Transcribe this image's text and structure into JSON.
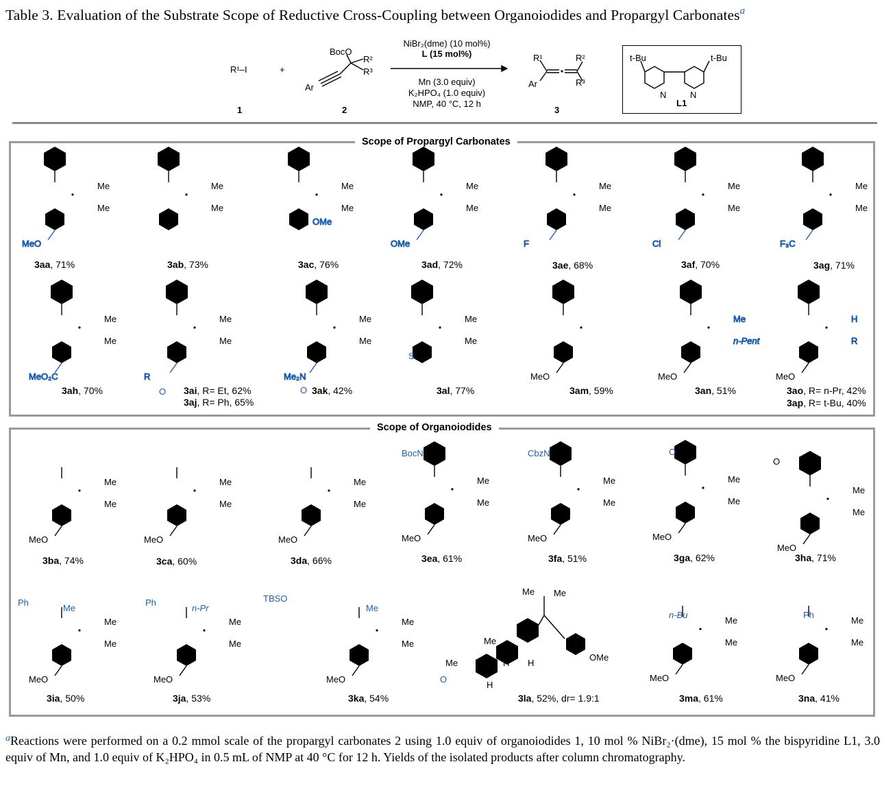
{
  "title": {
    "text": "Table 3. Evaluation of the Substrate Scope of Reductive Cross-Coupling between Organoiodides and Propargyl Carbonates",
    "footnote_mark": "a"
  },
  "scheme": {
    "reagent_1": "R¹–I",
    "plus": "+",
    "carbonate_boco": "BocO",
    "carbonate_r2": "R²",
    "carbonate_r3": "R³",
    "carbonate_ar": "Ar",
    "conditions_above": [
      "NiBr₂(dme) (10 mol%)",
      "L (15 mol%)"
    ],
    "conditions_below": [
      "Mn (3.0 equiv)",
      "K₂HPO₄ (1.0 equiv)",
      "NMP, 40 °C, 12 h"
    ],
    "product_r1": "R¹",
    "product_r2": "R²",
    "product_r3": "R³",
    "product_ar": "Ar",
    "labels": [
      "1",
      "2",
      "3"
    ],
    "ligand": {
      "left_sub": "t-Bu",
      "right_sub": "t-Bu",
      "n_left": "N",
      "n_right": "N",
      "name": "L1"
    }
  },
  "panels": [
    {
      "title": "Scope of Propargyl Carbonates",
      "compounds": [
        {
          "id": "3aa",
          "yield": ", 71%"
        },
        {
          "id": "3ab",
          "yield": ", 73%"
        },
        {
          "id": "3ac",
          "yield": ", 76%"
        },
        {
          "id": "3ad",
          "yield": ", 72%"
        },
        {
          "id": "3ae",
          "yield": ", 68%"
        },
        {
          "id": "3af",
          "yield": ", 70%"
        },
        {
          "id": "3ag",
          "yield": ", 71%"
        },
        {
          "id": "3ah",
          "yield": ", 70%"
        },
        {
          "id": "3ai",
          "yield": ", R= Et,  62%"
        },
        {
          "id": "3aj",
          "yield": ", R= Ph, 65%"
        },
        {
          "id": "3ak",
          "yield": ", 42%"
        },
        {
          "id": "3al",
          "yield": ", 77%"
        },
        {
          "id": "3am",
          "yield": ", 59%"
        },
        {
          "id": "3an",
          "yield": ", 51%"
        },
        {
          "id": "3ao",
          "yield": ", R= n-Pr, 42%"
        },
        {
          "id": "3ap",
          "yield": ", R= t-Bu, 40%"
        }
      ]
    },
    {
      "title": "Scope of Organoiodides",
      "compounds": [
        {
          "id": "3ba",
          "yield": ", 74%"
        },
        {
          "id": "3ca",
          "yield": ", 60%"
        },
        {
          "id": "3da",
          "yield": ", 66%"
        },
        {
          "id": "3ea",
          "yield": ", 61%"
        },
        {
          "id": "3fa",
          "yield": ", 51%"
        },
        {
          "id": "3ga",
          "yield": ", 62%"
        },
        {
          "id": "3ha",
          "yield": ", 71%"
        },
        {
          "id": "3ia",
          "yield": ", 50%"
        },
        {
          "id": "3ja",
          "yield": ", 53%"
        },
        {
          "id": "3ka",
          "yield": ", 54%"
        },
        {
          "id": "3la",
          "yield": ", 52%, dr= 1.9:1"
        },
        {
          "id": "3ma",
          "yield": ", 61%"
        },
        {
          "id": "3na",
          "yield": ", 41%"
        }
      ]
    }
  ],
  "atoms": {
    "me": "Me",
    "meo": "MeO",
    "ome": "OMe",
    "f": "F",
    "cl": "Cl",
    "f3c": "F₃C",
    "meo2c": "MeO₂C",
    "r": "R",
    "o": "O",
    "me2n": "Me₂N",
    "s": "S",
    "n_pent": "n-Pent",
    "h": "H",
    "bocn": "BocN",
    "cbzn": "CbzN",
    "ph": "Ph",
    "n_pr": "n-Pr",
    "tbso": "TBSO",
    "n_bu": "n-Bu",
    "o_ketal": "O"
  },
  "footnote": {
    "mark": "a",
    "text": "Reactions were performed on a 0.2 mmol scale of the propargyl carbonates 2 using 1.0 equiv of organoiodides 1, 10 mol % NiBr₂·(dme), 15 mol % the bispyridine L1, 3.0 equiv of Mn, and 1.0 equiv of K₂HPO₄ in 0.5 mL of NMP at 40 °C for 12 h. Yields of the isolated products after column chromatography."
  },
  "colors": {
    "accent_blue": "#1a5fb4",
    "panel_border": "#9a9a9a"
  }
}
